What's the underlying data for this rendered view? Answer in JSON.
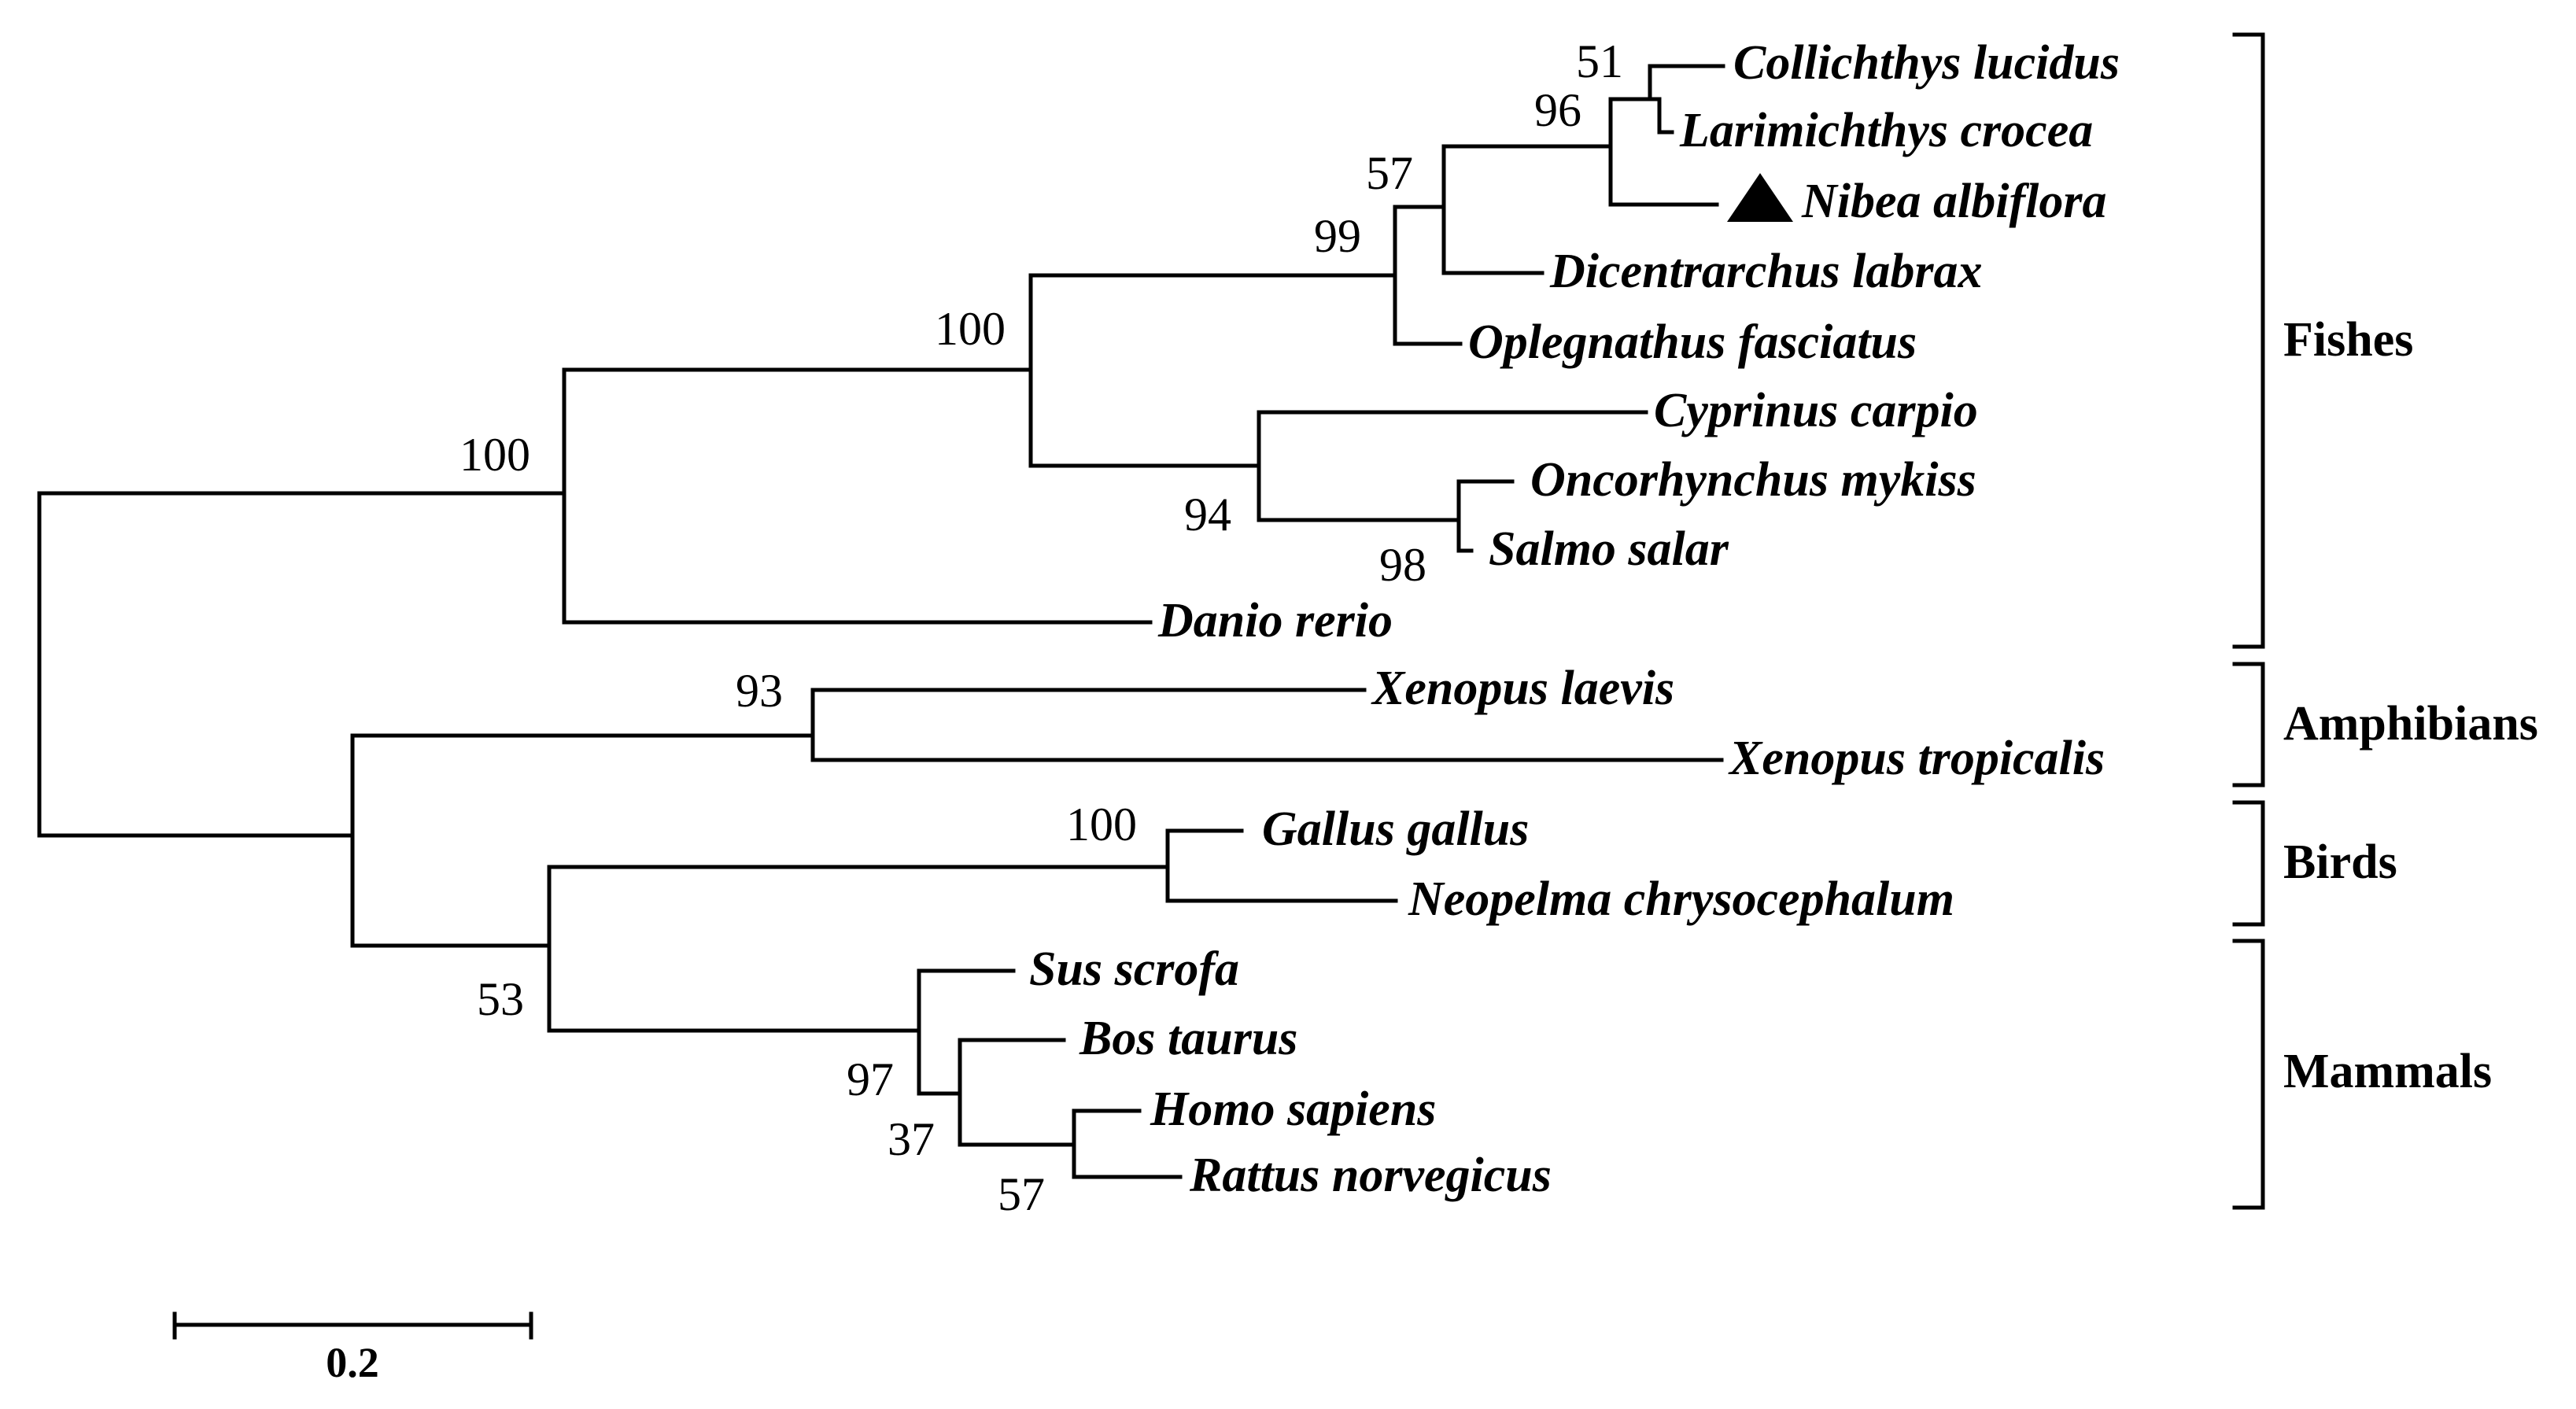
{
  "taxa": {
    "collichthys": "Collichthys lucidus",
    "larimichthys": "Larimichthys crocea",
    "nibea": "Nibea albiflora",
    "dicentrarchus": "Dicentrarchus labrax",
    "oplegnathus": "Oplegnathus fasciatus",
    "cyprinus": "Cyprinus carpio",
    "oncorhynchus": "Oncorhynchus mykiss",
    "salmo": "Salmo salar",
    "danio": "Danio rerio",
    "xen_laevis": "Xenopus laevis",
    "xen_tropicalis": "Xenopus tropicalis",
    "gallus": "Gallus gallus",
    "neopelma": "Neopelma chrysocephalum",
    "sus": "Sus scrofa",
    "bos": "Bos taurus",
    "homo": "Homo sapiens",
    "rattus": "Rattus norvegicus"
  },
  "support": {
    "collichthys_larimichthys": "51",
    "sciaenid_clade": "96",
    "percomorph_inner": "57",
    "percomorph_clade": "99",
    "teleost_clade": "100",
    "fishes_root": "100",
    "cyprinus_salmonid": "94",
    "salmonid": "98",
    "xenopus": "93",
    "birds": "100",
    "birds_mammals": "53",
    "mammals": "97",
    "bos_homo_rattus": "37",
    "homo_rattus": "57"
  },
  "groups": {
    "fishes": "Fishes",
    "amphibians": "Amphibians",
    "birds": "Birds",
    "mammals": "Mammals"
  },
  "scale": {
    "label": "0.2"
  },
  "marker": {
    "icon": "filled-triangle-icon",
    "color": "#000000"
  }
}
